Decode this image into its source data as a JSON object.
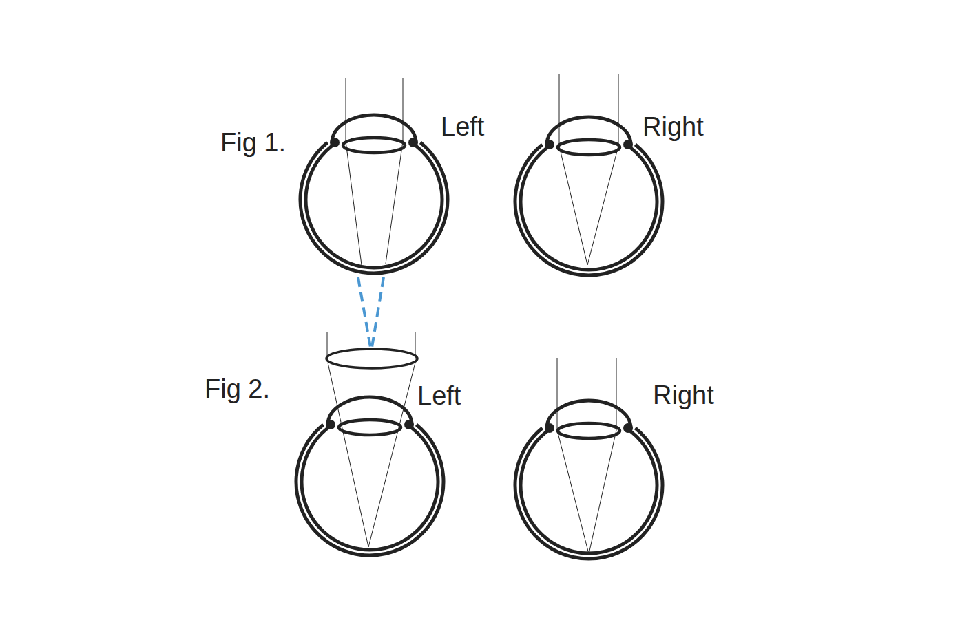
{
  "diagram": {
    "labels": [
      "Fig 1.",
      "Left",
      "Right",
      "Fig 2.",
      "Left",
      "Right"
    ]
  }
}
